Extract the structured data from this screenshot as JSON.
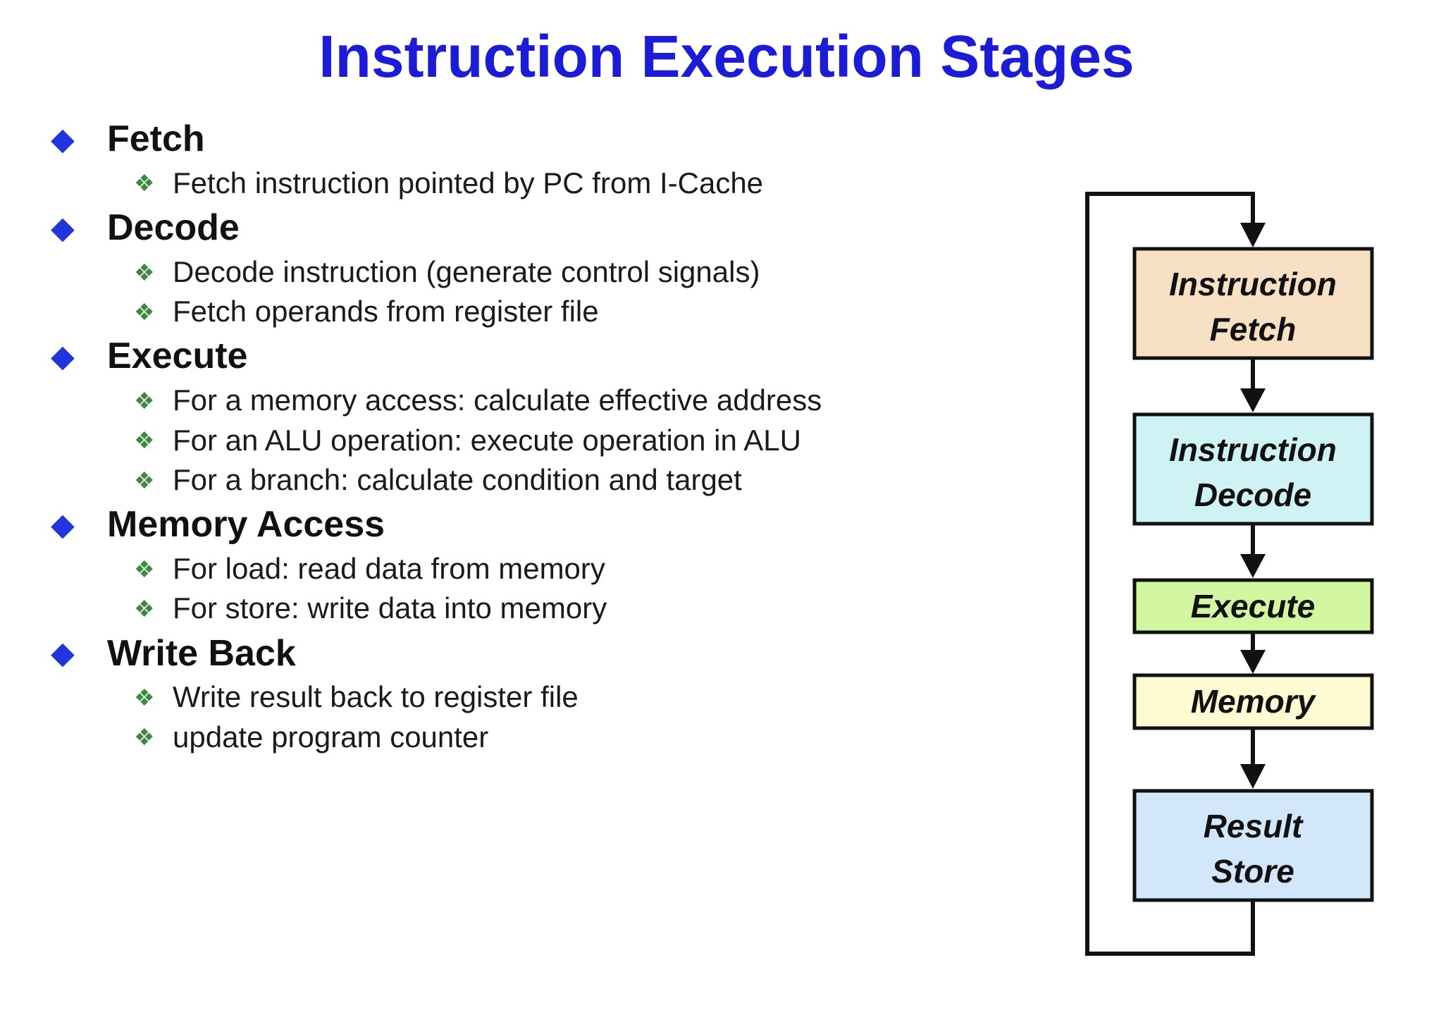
{
  "title": "Instruction Execution Stages",
  "bullets": {
    "level1_glyph": "◆",
    "level2_glyph": "❖"
  },
  "sections": [
    {
      "heading": "Fetch",
      "subs": [
        "Fetch instruction pointed by PC from I-Cache"
      ]
    },
    {
      "heading": "Decode",
      "subs": [
        "Decode instruction (generate control signals)",
        "Fetch operands from register file"
      ]
    },
    {
      "heading": "Execute",
      "subs": [
        "For a memory access: calculate effective address",
        "For an ALU operation: execute operation in ALU",
        "For a branch: calculate condition and target"
      ]
    },
    {
      "heading": "Memory Access",
      "subs": [
        "For load: read data from memory",
        "For store: write data into memory"
      ]
    },
    {
      "heading": "Write Back",
      "subs": [
        "Write result back to register file",
        "update program counter"
      ]
    }
  ],
  "flowchart": {
    "nodes": [
      {
        "line1": "Instruction",
        "line2": "Fetch",
        "fill": "#f8e0c4"
      },
      {
        "line1": "Instruction",
        "line2": "Decode",
        "fill": "#cff2f5"
      },
      {
        "line1": "Execute",
        "fill": "#d3f7a0"
      },
      {
        "line1": "Memory",
        "fill": "#fcfbd2"
      },
      {
        "line1": "Result",
        "line2": "Store",
        "fill": "#d2e7fa"
      }
    ],
    "line_color": "#111111"
  },
  "colors": {
    "title": "#1c1cd6",
    "bullet_blue": "#2135dd",
    "bullet_green": "#3c8a3c",
    "text": "#111111"
  }
}
